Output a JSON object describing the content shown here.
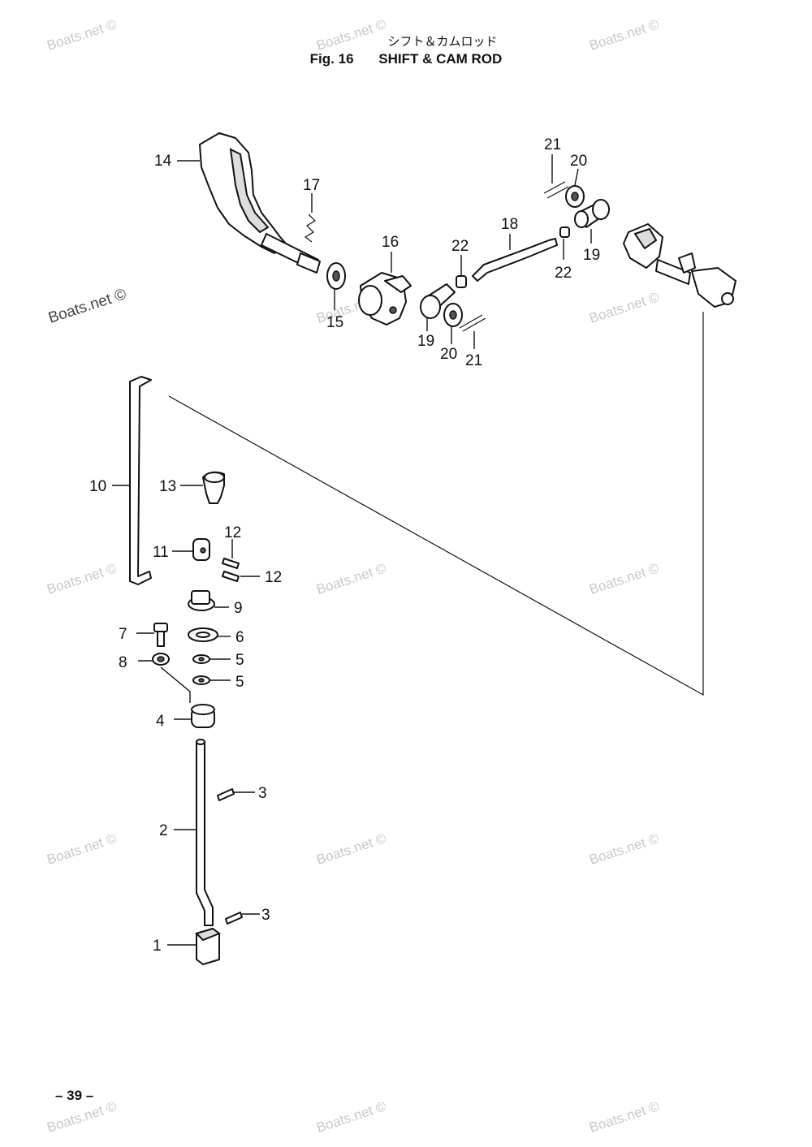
{
  "title": {
    "japanese": "シフト＆カムロッド",
    "figure": "Fig. 16",
    "name": "SHIFT & CAM ROD"
  },
  "page_number": "– 39 –",
  "watermark": {
    "text": "Boats.net ©"
  },
  "callouts": {
    "p1": "1",
    "p2": "2",
    "p3a": "3",
    "p3b": "3",
    "p4": "4",
    "p5a": "5",
    "p5b": "5",
    "p6": "6",
    "p7": "7",
    "p8": "8",
    "p9": "9",
    "p10": "10",
    "p11": "11",
    "p12a": "12",
    "p12b": "12",
    "p13": "13",
    "p14": "14",
    "p15": "15",
    "p16": "16",
    "p17": "17",
    "p18": "18",
    "p19a": "19",
    "p19b": "19",
    "p20a": "20",
    "p20b": "20",
    "p21a": "21",
    "p21b": "21",
    "p22a": "22",
    "p22b": "22"
  }
}
